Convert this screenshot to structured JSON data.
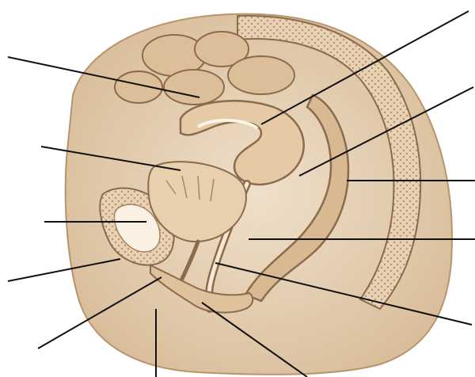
{
  "figure": {
    "type": "anatomical cross-section illustration",
    "labels_visible": false,
    "palette": {
      "background": "#ffffff",
      "tissue_light": "#f1e3cf",
      "tissue_mid": "#e2c8a6",
      "tissue_dark": "#c9a47e",
      "outline": "#8c6a4c",
      "cavity": "#f8eee0",
      "leader_line": "#111111"
    }
  },
  "leaders": [
    {
      "id": "leader-1"
    },
    {
      "id": "leader-2"
    },
    {
      "id": "leader-3"
    },
    {
      "id": "leader-4"
    },
    {
      "id": "leader-5"
    },
    {
      "id": "leader-6"
    },
    {
      "id": "leader-7"
    },
    {
      "id": "leader-8"
    },
    {
      "id": "leader-9"
    },
    {
      "id": "leader-10"
    },
    {
      "id": "leader-11"
    },
    {
      "id": "leader-12"
    }
  ]
}
